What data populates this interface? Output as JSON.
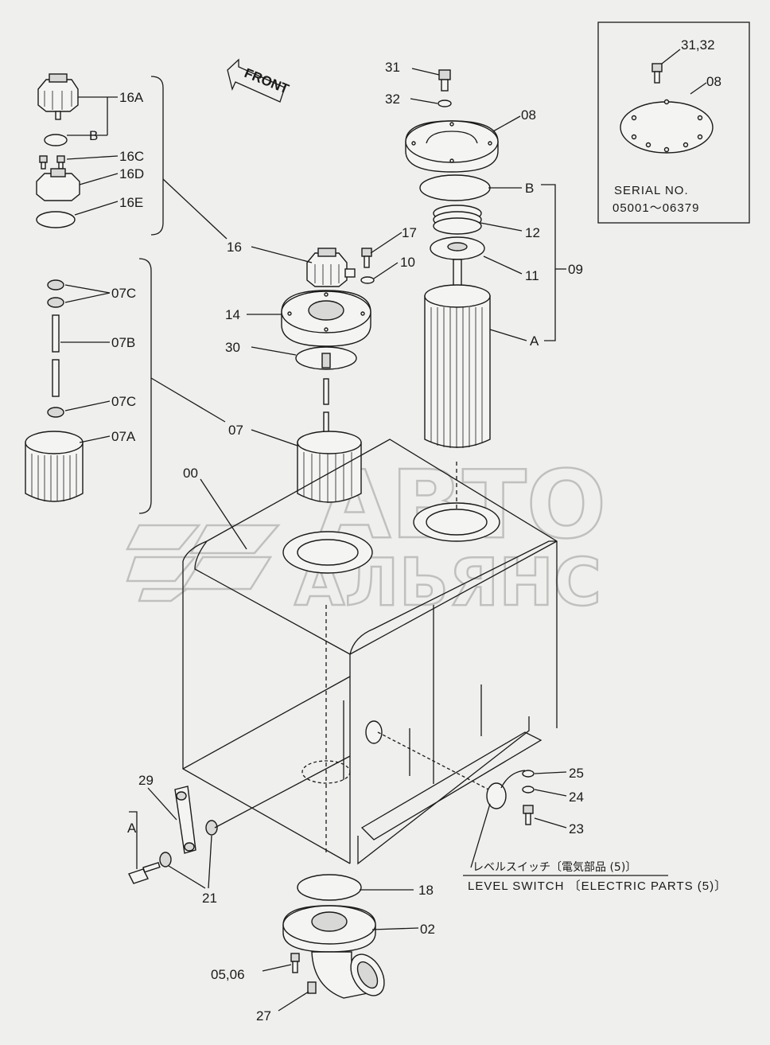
{
  "watermark": {
    "line1": "АВТО",
    "line2": "АЛЬЯНС"
  },
  "front_arrow": "FRONT",
  "inset": {
    "serial_label": "SERIAL  NO.",
    "serial_range": "05001～06379",
    "callout_screw": "31,32",
    "callout_cover": "08"
  },
  "callouts": {
    "c31": "31",
    "c32": "32",
    "c08": "08",
    "cB_top": "B",
    "c12": "12",
    "c11": "11",
    "c09": "09",
    "cA_top": "A",
    "c16A": "16A",
    "cB_left": "B",
    "c16C": "16C",
    "c16D": "16D",
    "c16E": "16E",
    "c16": "16",
    "c17": "17",
    "c10": "10",
    "c14": "14",
    "c30": "30",
    "c07C_1": "07C",
    "c07B": "07B",
    "c07C_2": "07C",
    "c07A": "07A",
    "c07": "07",
    "c00": "00",
    "c29": "29",
    "cA_bottom": "A",
    "c21": "21",
    "c18": "18",
    "c02": "02",
    "c05_06": "05,06",
    "c27": "27",
    "c25": "25",
    "c24": "24",
    "c23": "23"
  },
  "level_switch": {
    "jp": "レベルスイッチ〔電気部品 (5)〕",
    "en": "LEVEL  SWITCH 〔ELECTRIC  PARTS (5)〕"
  }
}
